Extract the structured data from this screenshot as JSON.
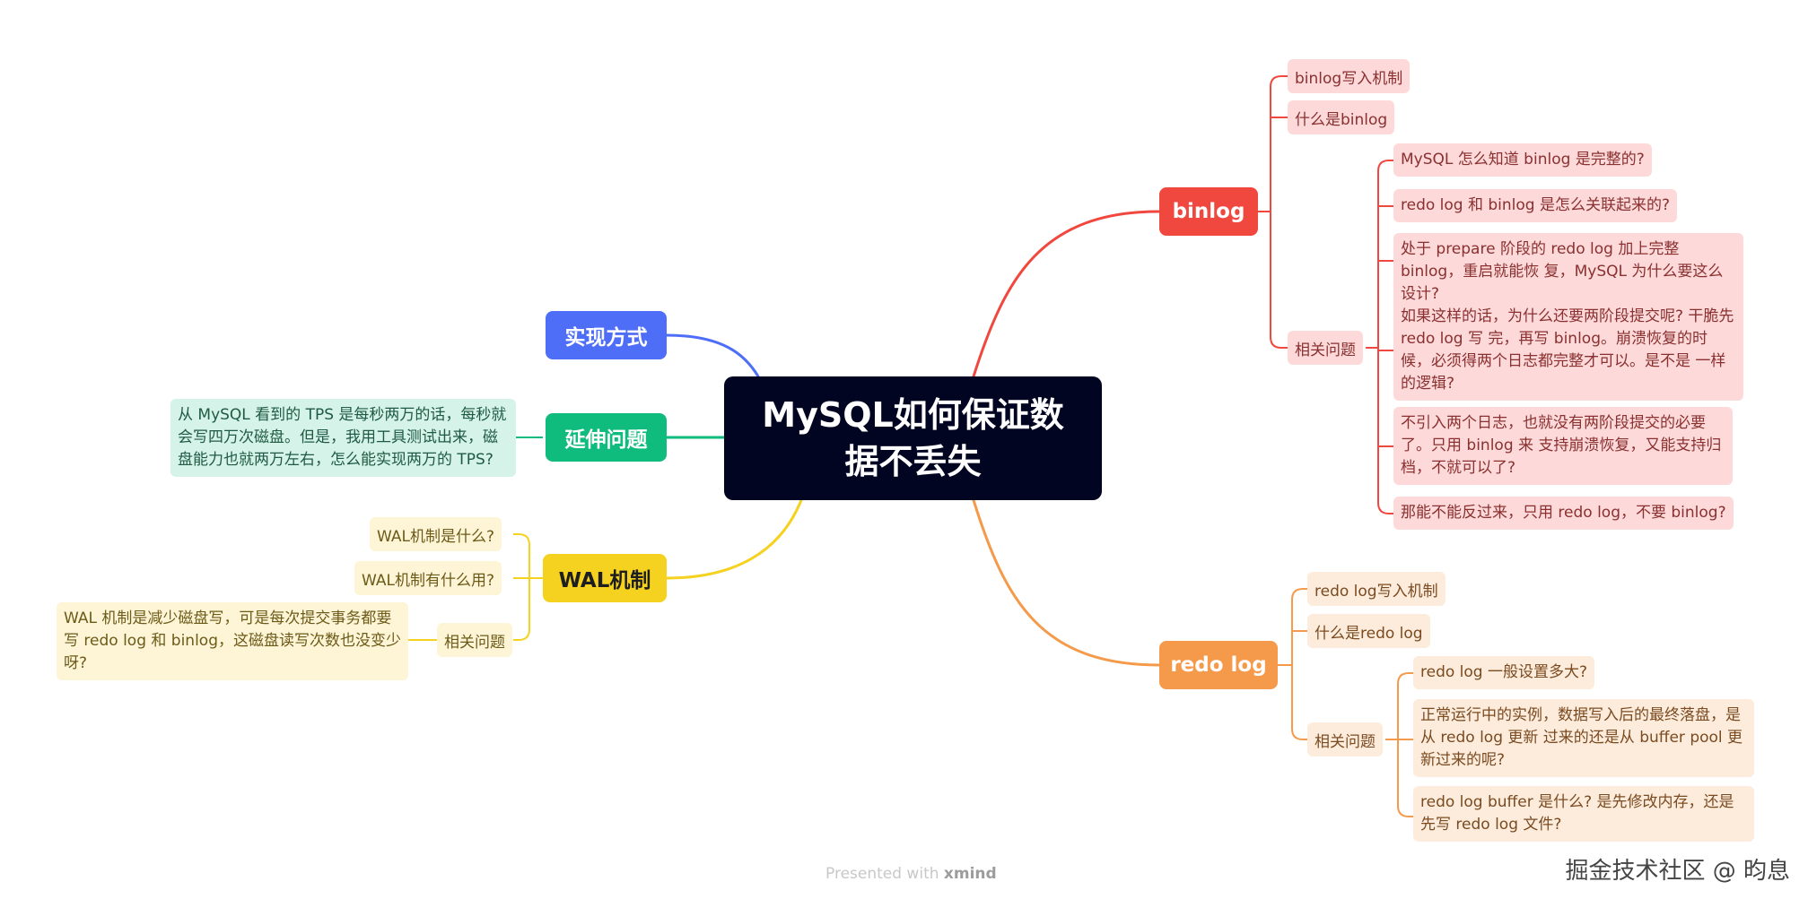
{
  "central": {
    "title": "MySQL如何保证数据不丢失"
  },
  "branches": {
    "binlog": {
      "label": "binlog",
      "color": "#f0473f",
      "children": [
        "binlog写入机制",
        "什么是binlog",
        "相关问题"
      ],
      "related": [
        "MySQL 怎么知道 binlog 是完整的?",
        "redo log 和 binlog 是怎么关联起来的?",
        "处于 prepare 阶段的 redo log 加上完整 binlog，重启就能恢 复，MySQL 为什么要这么设计?",
        "如果这样的话，为什么还要两阶段提交呢? 干脆先 redo log 写 完，再写 binlog。崩溃恢复的时候，必须得两个日志都完整才可以。是不是 一样的逻辑?",
        "不引入两个日志，也就没有两阶段提交的必要了。只用 binlog 来 支持崩溃恢复，又能支持归档，不就可以了?",
        "那能不能反过来，只用 redo log，不要 binlog?"
      ]
    },
    "redolog": {
      "label": "redo log",
      "color": "#f59a4a",
      "children": [
        "redo log写入机制",
        "什么是redo log",
        "相关问题"
      ],
      "related": [
        "redo log 一般设置多大?",
        "正常运行中的实例，数据写入后的最终落盘，是从 redo log 更新 过来的还是从 buffer pool 更新过来的呢?",
        "redo log buffer 是什么? 是先修改内存，还是先写 redo log 文件?"
      ]
    },
    "impl": {
      "label": "实现方式",
      "color": "#4f6ef7"
    },
    "delay": {
      "label": "延伸问题",
      "color": "#10bb7e",
      "note": "从 MySQL 看到的 TPS 是每秒两万的话，每秒就会写四万次磁盘。但是，我用工具测试出来，磁盘能力也就两万左右，怎么能实现两万的 TPS?"
    },
    "wal": {
      "label": "WAL机制",
      "color": "#f4d21f",
      "children": [
        "WAL机制是什么?",
        "WAL机制有什么用?",
        "相关问题"
      ],
      "related": [
        "WAL 机制是减少磁盘写，可是每次提交事务都要写 redo log 和 binlog，这磁盘读写次数也没变少呀?"
      ]
    }
  },
  "footer": {
    "prefix": "Presented with",
    "brand": "xmind"
  },
  "watermark": "掘金技术社区 @ 昀息"
}
